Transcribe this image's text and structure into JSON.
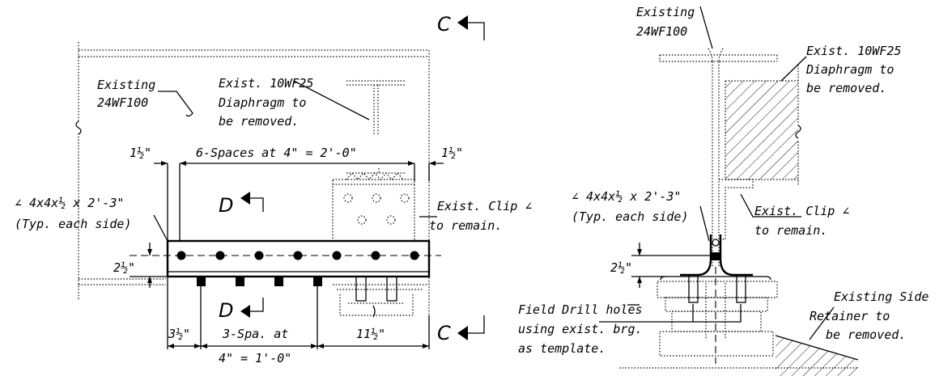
{
  "left_view": {
    "existing_beam": [
      "Existing",
      "24WF100"
    ],
    "diaphragm_note": [
      "Exist. 10WF25",
      "Diaphragm to",
      "be removed."
    ],
    "dim_left_edge": "1½\"",
    "dim_right_edge": "1½\"",
    "dim_spaces": "6-Spaces at 4\" = 2'-0\"",
    "angle_note": [
      "∠ 4x4x½ x 2'-3\"",
      "(Typ. each side)"
    ],
    "clip_note": [
      "Exist. Clip ∠",
      "to remain."
    ],
    "vertical_dim": "2½\"",
    "dim_bottom_left": "3½\"",
    "dim_bottom_mid": [
      "3-Spa. at",
      "4\" = 1'-0\""
    ],
    "dim_bottom_right": "11½\"",
    "section_d": "D",
    "section_c": "C"
  },
  "right_view": {
    "existing_beam": [
      "Existing",
      "24WF100"
    ],
    "diaphragm_note": [
      "Exist. 10WF25",
      "Diaphragm to",
      "be removed."
    ],
    "angle_note": [
      "∠ 4x4x½ x 2'-3\"",
      "(Typ. each side)"
    ],
    "clip_note": [
      "Exist. Clip ∠",
      "to remain."
    ],
    "vertical_dim": "2½\"",
    "drill_note": [
      "Field Drill holes",
      "using exist. brg.",
      "as template."
    ],
    "retainer_note": [
      "Existing Side",
      "Retainer to",
      "be removed."
    ]
  }
}
